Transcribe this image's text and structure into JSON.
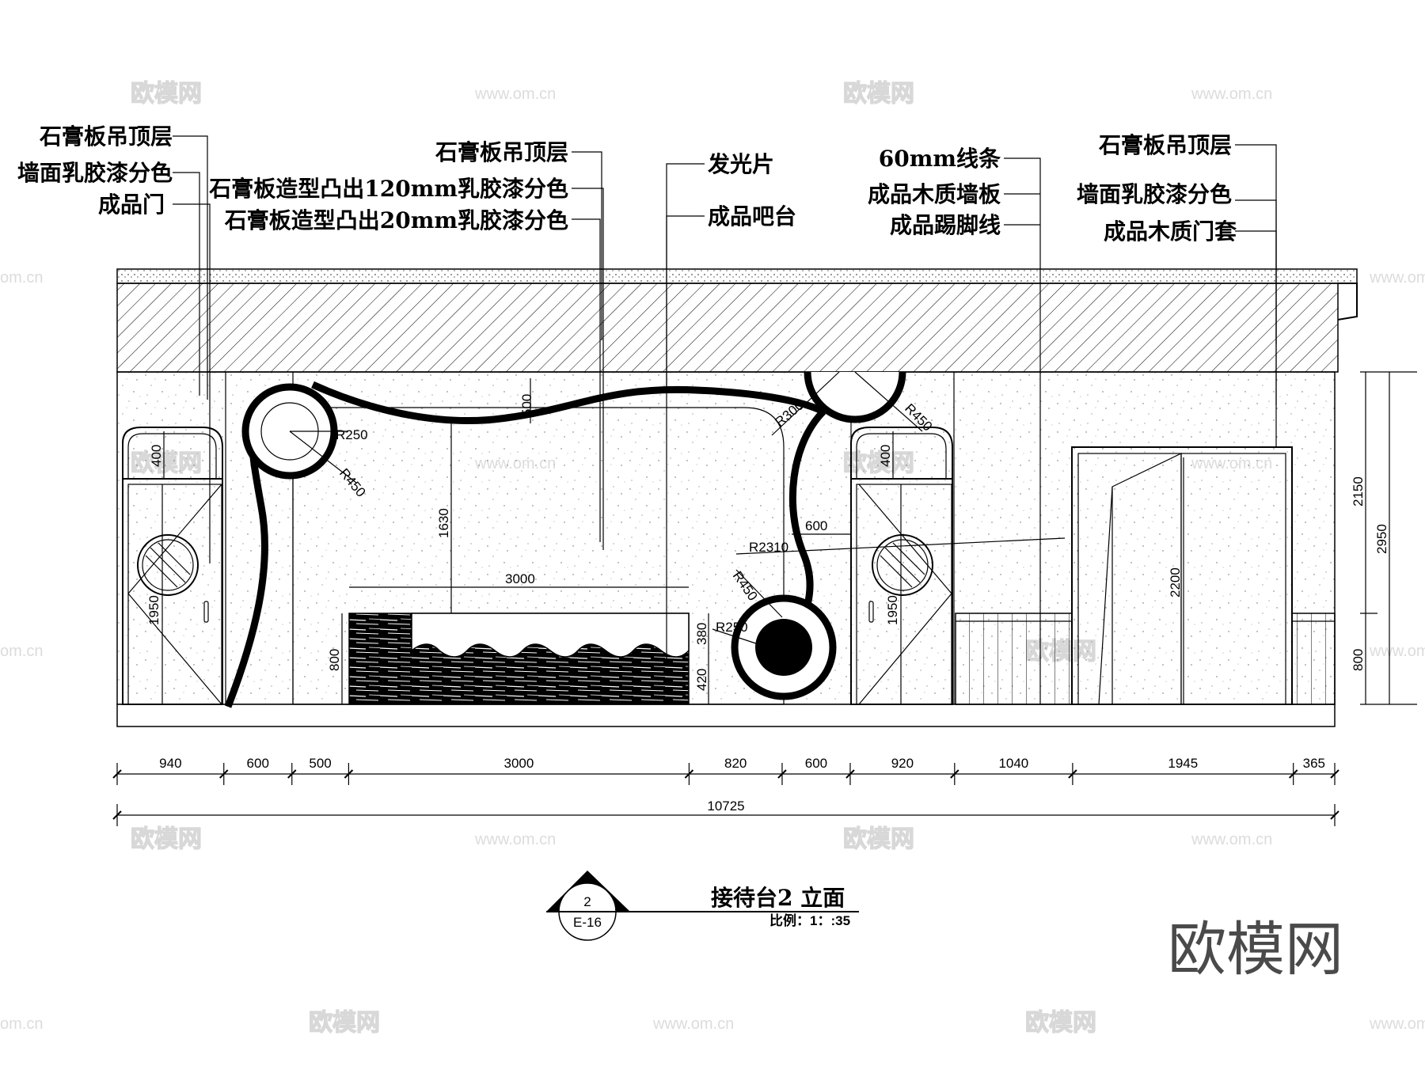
{
  "labels_left": [
    "石膏板吊顶层",
    "墙面乳胶漆分色",
    "成品门"
  ],
  "labels_center_left": [
    "石膏板吊顶层",
    "石膏板造型凸出120mm乳胶漆分色",
    "石膏板造型凸出20mm乳胶漆分色"
  ],
  "labels_center_right": [
    "发光片",
    "成品吧台"
  ],
  "labels_right_mid": [
    "60mm线条",
    "成品木质墙板",
    "成品踢脚线"
  ],
  "labels_right": [
    "石膏板吊顶层",
    "墙面乳胶漆分色",
    "成品木质门套"
  ],
  "bottom_dims": [
    "940",
    "600",
    "500",
    "3000",
    "820",
    "600",
    "920",
    "1040",
    "1945",
    "365"
  ],
  "total_dim": "10725",
  "right_dims": [
    "2150",
    "2950",
    "800"
  ],
  "inner_dims": {
    "arch_left": "400",
    "arch_right": "400",
    "door_left": "1950",
    "door_right": "1950",
    "opening": "2200",
    "wave_height": "500",
    "ceiling_to_bar": "1630",
    "bar_width": "3000",
    "bar_height": "800",
    "bar_top": "380",
    "bar_bottom": "420",
    "gap": "600",
    "radii": [
      "R250",
      "R450",
      "R300",
      "R450",
      "R2310",
      "R450",
      "R250"
    ]
  },
  "title": {
    "name": "接待台2  立面",
    "scale": "比例：1：:35",
    "symbol_top": "2",
    "symbol_bottom": "E-16"
  },
  "watermarks": {
    "brand": "欧模网",
    "url": "www.om.cn",
    "url_short": "om.cn"
  }
}
